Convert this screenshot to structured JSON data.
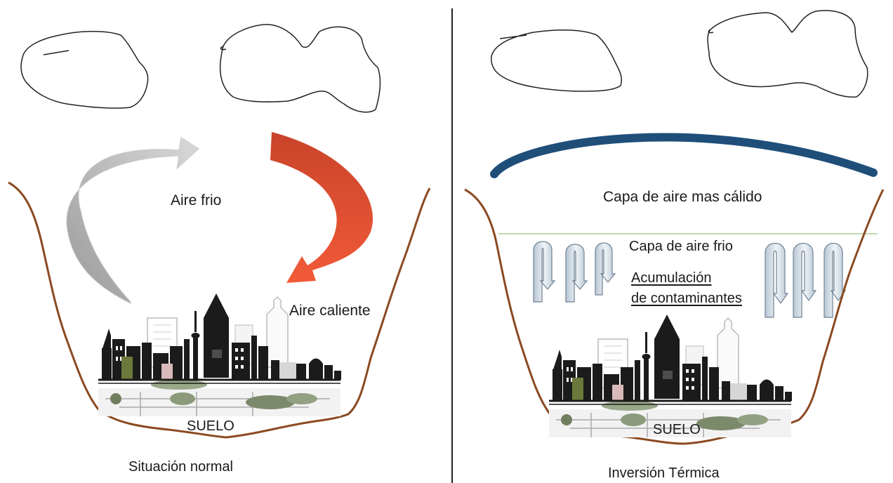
{
  "left_panel": {
    "cold_air_label": "Aire frio",
    "warm_air_label": "Aire caliente",
    "ground_label": "SUELO",
    "caption": "Situación normal",
    "colors": {
      "cold_arrow": "#a9a9a9",
      "warm_arrow": "#e24a2a",
      "valley": "#8b4a22"
    }
  },
  "right_panel": {
    "warm_layer_label": "Capa de aire mas cálido",
    "cold_layer_label": "Capa de aire frio",
    "pollutants_label_line1": "Acumulación",
    "pollutants_label_line2": "de contaminantes",
    "ground_label": "SUELO",
    "caption": "Inversión Térmica",
    "colors": {
      "inversion_arc": "#1f4e79",
      "layer_line": "#a9d18e",
      "valley": "#8b4a22"
    }
  }
}
